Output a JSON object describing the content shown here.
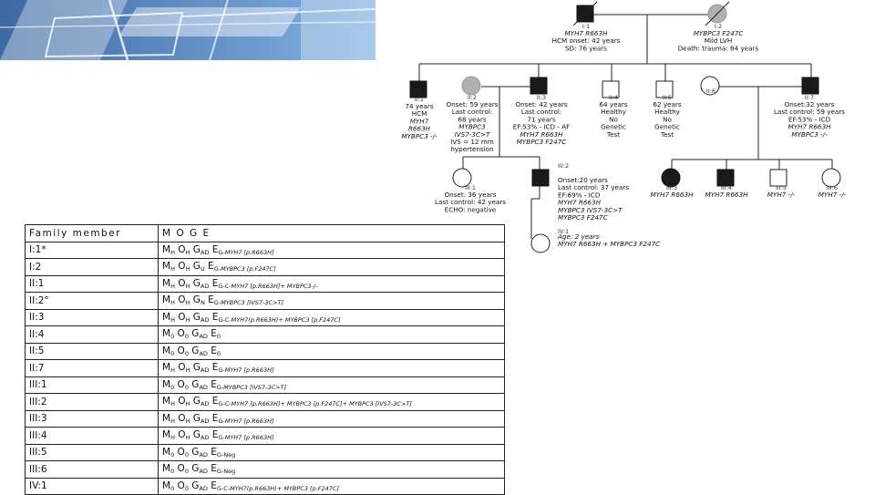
{
  "pedigree": [
    {
      "id": "I:1",
      "shape": "square",
      "status": "affected",
      "deceased": true,
      "lines": [
        {
          "t": "MYH7 R663H",
          "i": true
        },
        {
          "t": "HCM onset: 42 years"
        },
        {
          "t": "SD: 76 years"
        }
      ]
    },
    {
      "id": "I:2",
      "shape": "circle",
      "status": "grey",
      "deceased": true,
      "lines": [
        {
          "t": "MYBPC3 F247C",
          "i": true
        },
        {
          "t": "Mild LVH"
        },
        {
          "t": "Death: trauma: 84 years"
        }
      ]
    },
    {
      "id": "II:1",
      "shape": "square",
      "status": "affected",
      "deceased": false,
      "lines": [
        {
          "t": "74 years"
        },
        {
          "t": "HCM"
        },
        {
          "t": "MYH7",
          "i": true
        },
        {
          "t": "R663H",
          "i": true
        },
        {
          "t": "MYBPC3 -/-",
          "i": true
        }
      ]
    },
    {
      "id": "II:2",
      "shape": "circle",
      "status": "grey",
      "deceased": false,
      "lines": [
        {
          "t": "Onset: 59 years"
        },
        {
          "t": "Last control:"
        },
        {
          "t": "68 years"
        },
        {
          "t": "MYBPC3",
          "i": true
        },
        {
          "t": "IVS7-3C>T",
          "i": true
        },
        {
          "t": "IVS = 12 mm"
        },
        {
          "t": "hypertension"
        }
      ]
    },
    {
      "id": "II:3",
      "shape": "square",
      "status": "affected",
      "deceased": false,
      "lines": [
        {
          "t": "Onset: 42 years"
        },
        {
          "t": "Last control:"
        },
        {
          "t": "71 years"
        },
        {
          "t": "EF:53% - ICD - AF"
        },
        {
          "t": "MYH7 R663H",
          "i": true
        },
        {
          "t": "MYBPC3 F247C",
          "i": true
        }
      ]
    },
    {
      "id": "II:4",
      "shape": "square",
      "status": "unaffected",
      "deceased": false,
      "lines": [
        {
          "t": "64 years"
        },
        {
          "t": "Healthy"
        },
        {
          "t": "No"
        },
        {
          "t": "Genetic"
        },
        {
          "t": "Test"
        }
      ]
    },
    {
      "id": "II:5",
      "shape": "square",
      "status": "unaffected",
      "deceased": false,
      "lines": [
        {
          "t": "62 years"
        },
        {
          "t": "Healthy"
        },
        {
          "t": "No"
        },
        {
          "t": "Genetic"
        },
        {
          "t": "Test"
        }
      ]
    },
    {
      "id": "II:6",
      "shape": "circle",
      "status": "unaffected",
      "deceased": false,
      "lines": []
    },
    {
      "id": "II:7",
      "shape": "square",
      "status": "affected",
      "deceased": false,
      "lines": [
        {
          "t": "Onset:32 years"
        },
        {
          "t": "Last control: 59 years"
        },
        {
          "t": "EF:53% - ICD"
        },
        {
          "t": "MYH7 R663H",
          "i": true
        },
        {
          "t": "MYBPC3 -/-",
          "i": true
        }
      ]
    },
    {
      "id": "III:1",
      "shape": "circle",
      "status": "unaffected",
      "deceased": false,
      "lines": [
        {
          "t": "Onset: 36 years"
        },
        {
          "t": "Last control: 42 years"
        },
        {
          "t": "ECHO: negative"
        }
      ]
    },
    {
      "id": "III:2",
      "shape": "square",
      "status": "affected",
      "deceased": false,
      "lines": [
        {
          "t": "Onset:20 years"
        },
        {
          "t": "Last control: 37 years"
        },
        {
          "t": "EF:69% - ICD"
        },
        {
          "t": "MYH7 R663H",
          "i": true
        },
        {
          "t": "MYBPC3 IVS7-3C>T",
          "i": true
        },
        {
          "t": "MYBPC3 F247C",
          "i": true
        }
      ]
    },
    {
      "id": "III:3",
      "shape": "circle",
      "status": "affected",
      "deceased": false,
      "lines": [
        {
          "t": "MYH7 R663H",
          "i": true
        }
      ]
    },
    {
      "id": "III:4",
      "shape": "square",
      "status": "affected",
      "deceased": false,
      "lines": [
        {
          "t": "MYH7 R663H",
          "i": true
        }
      ]
    },
    {
      "id": "III:5",
      "shape": "square",
      "status": "unaffected",
      "deceased": false,
      "lines": [
        {
          "t": "MYH7 -/-",
          "i": true
        }
      ]
    },
    {
      "id": "III:6",
      "shape": "circle",
      "status": "unaffected",
      "deceased": false,
      "lines": [
        {
          "t": "MYH7 -/-",
          "i": true
        }
      ]
    },
    {
      "id": "IV:1",
      "shape": "circle",
      "status": "unaffected",
      "deceased": false,
      "lines": [
        {
          "t": "Age: 2 years",
          "i": true
        },
        {
          "t": "MYH7 R663H + MYBPC3 F247C",
          "i": true
        }
      ]
    }
  ],
  "moge_table": {
    "headers": [
      "Family member",
      "M O G E"
    ],
    "rows": [
      {
        "member": "I:1*",
        "M": "H",
        "O": "H",
        "G": "AD",
        "E_prefix": "G-",
        "E_gene": "MYH7",
        "E_rest": " [p.R663H]"
      },
      {
        "member": "I:2",
        "M": "H",
        "O": "H",
        "G": "U",
        "E_prefix": "G-",
        "E_gene": "MYBPC3",
        "E_rest": " [p.F247C]"
      },
      {
        "member": "II:1",
        "M": "H",
        "O": "H",
        "G": "AD",
        "E_prefix": "G-C-",
        "E_gene": "MYH7",
        "E_rest": " [p.R663H]+ MYBPC3-/-"
      },
      {
        "member": "II:2°",
        "M": "H",
        "O": "H",
        "G": "N",
        "E_prefix": "G-",
        "E_gene": "MYBPC3",
        "E_rest": " [IVS7-3C>T]"
      },
      {
        "member": "II:3",
        "M": "H",
        "O": "H",
        "G": "AD",
        "E_prefix": "G-C-",
        "E_gene": "MYH7",
        "E_rest": "(p.R663H)+ MYBPC3 [p.F247C]"
      },
      {
        "member": "II:4",
        "M": "0",
        "O": "0",
        "G": "AD",
        "E_prefix": "0",
        "E_gene": "",
        "E_rest": ""
      },
      {
        "member": "II:5",
        "M": "0",
        "O": "0",
        "G": "AD",
        "E_prefix": "0",
        "E_gene": "",
        "E_rest": ""
      },
      {
        "member": "II:7",
        "M": "H",
        "O": "H",
        "G": "AD",
        "E_prefix": "G-",
        "E_gene": "MYH7",
        "E_rest": " [p.R663H]"
      },
      {
        "member": "III:1",
        "M": "0",
        "O": "0",
        "G": "AD",
        "E_prefix": "G-",
        "E_gene": "MYBPC3",
        "E_rest": " [IVS7-3C>T]"
      },
      {
        "member": "III:2",
        "M": "H",
        "O": "H",
        "G": "AD",
        "E_prefix": "G-C-",
        "E_gene": "MYH7",
        "E_rest": " [p.R663H]+ MYBPC3 [p.F247C]+ MYBPC3 [IVS7-3C>T]"
      },
      {
        "member": "III:3",
        "M": "H",
        "O": "H",
        "G": "AD",
        "E_prefix": "G-",
        "E_gene": "MYH7",
        "E_rest": " [p.R663H]"
      },
      {
        "member": "III:4",
        "M": "H",
        "O": "H",
        "G": "AD",
        "E_prefix": "G-",
        "E_gene": "MYH7",
        "E_rest": " [p.R663H]"
      },
      {
        "member": "III:5",
        "M": "0",
        "O": "0",
        "G": "AD",
        "E_prefix": "G-Neg",
        "E_gene": "",
        "E_rest": ""
      },
      {
        "member": "III:6",
        "M": "0",
        "O": "0",
        "G": "AD",
        "E_prefix": "G-Neg",
        "E_gene": "",
        "E_rest": ""
      },
      {
        "member": "IV:1",
        "M": "0",
        "O": "0",
        "G": "AD",
        "E_prefix": "G-C-",
        "E_gene": "MYH7",
        "E_rest": "(p.R663H)+ MYBPC3 [p.F247C]"
      }
    ]
  },
  "colors": {
    "affected": "#1a1a1a",
    "grey": "#b0b0b0",
    "deco_blue": "#1f5fa8"
  }
}
